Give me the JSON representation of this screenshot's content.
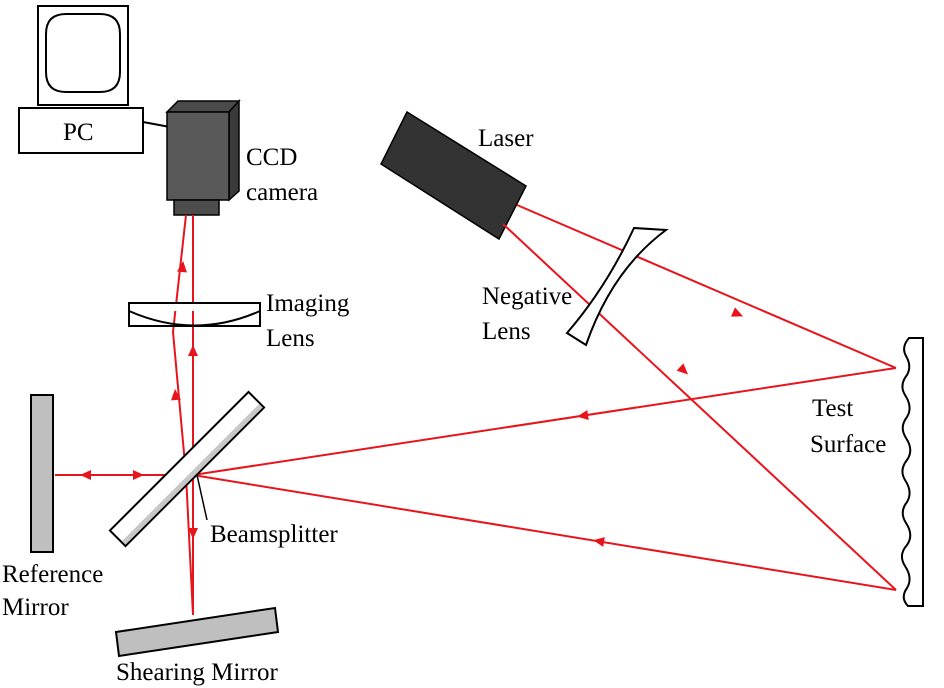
{
  "labels": {
    "pc": "PC",
    "ccd_line1": "CCD",
    "ccd_line2": "camera",
    "laser": "Laser",
    "negative_lens_line1": "Negative",
    "negative_lens_line2": "Lens",
    "imaging_lens_line1": "Imaging",
    "imaging_lens_line2": "Lens",
    "test_surface_line1": "Test",
    "test_surface_line2": "Surface",
    "beamsplitter": "Beamsplitter",
    "reference_mirror_line1": "Reference",
    "reference_mirror_line2": "Mirror",
    "shearing_mirror": "Shearing Mirror"
  },
  "colors": {
    "beam": "#e8141c",
    "camera_body": "#595959",
    "laser_body": "#333333",
    "mirror_fill": "#bfbfbf",
    "outline": "#000000"
  }
}
